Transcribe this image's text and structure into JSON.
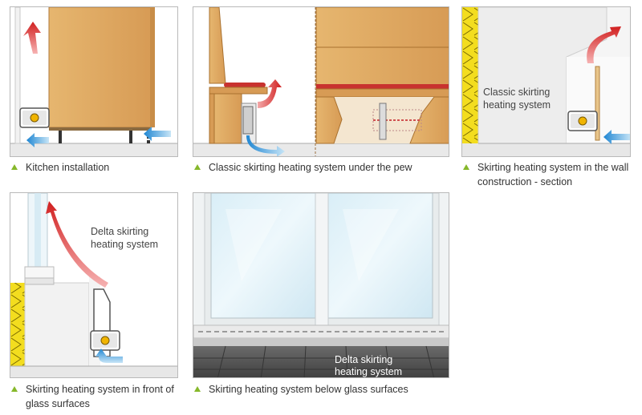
{
  "panels": [
    {
      "id": "kitchen",
      "caption": "Kitchen installation",
      "label": ""
    },
    {
      "id": "pew",
      "caption": "Classic skirting heating system under the pew",
      "label": ""
    },
    {
      "id": "wall-section",
      "caption": "Skirting heating system in the wall construction - section",
      "label_line1": "Classic skirting",
      "label_line2": "heating system"
    },
    {
      "id": "glass-front",
      "caption": "Skirting heating system in front of glass surfaces",
      "label_line1": "Delta skirting",
      "label_line2": "heating system"
    },
    {
      "id": "glass-below",
      "caption": "Skirting heating system below glass surfaces",
      "label_line1": "Delta skirting",
      "label_line2": "heating system"
    }
  ],
  "colors": {
    "accent_triangle": "#86b82a",
    "warm_air": "#d42424",
    "cool_air": "#2d8fd6",
    "wood": "#d9a463",
    "insulation": "#f2dc1e",
    "cushion": "#c8322f"
  },
  "icons": [
    "triangle-bullet-icon",
    "warm-air-arrow-icon",
    "cool-air-arrow-icon",
    "heater-icon"
  ]
}
